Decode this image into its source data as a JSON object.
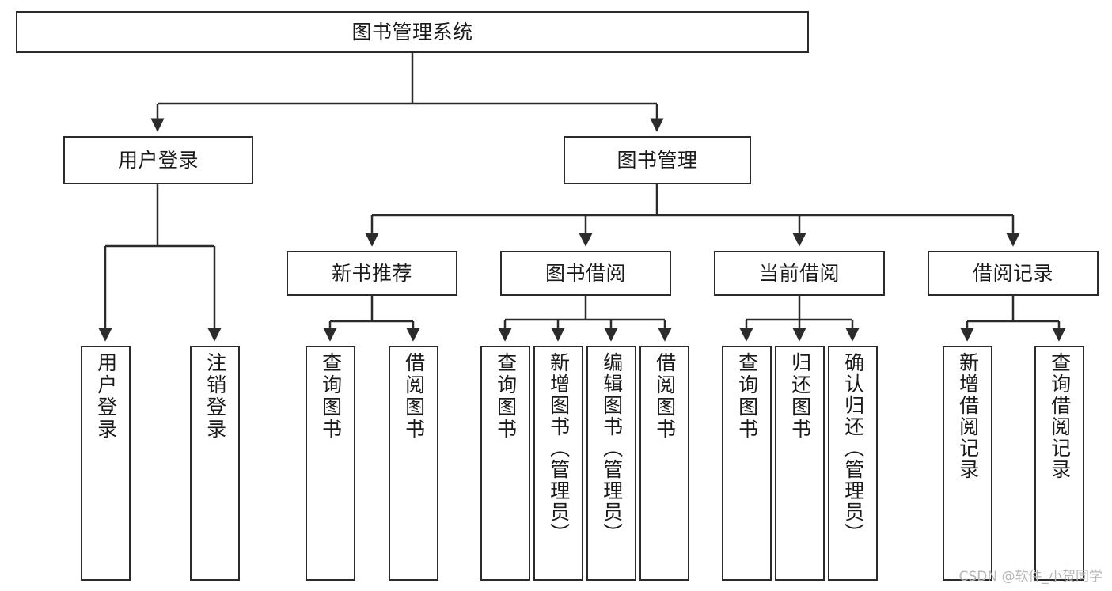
{
  "diagram": {
    "type": "tree-structure-chart",
    "title": "图书管理系统",
    "watermark": "CSDN @软件_小贺同学",
    "colors": {
      "stroke": "#2b2b2b",
      "fill": "#ffffff",
      "text": "#1a1a1a",
      "watermark": "#b6b6b6"
    },
    "nodes": {
      "root": {
        "label": "图书管理系统"
      },
      "tier2": [
        {
          "label": "用户登录"
        },
        {
          "label": "图书管理"
        }
      ],
      "tier3": [
        {
          "label": "新书推荐"
        },
        {
          "label": "图书借阅"
        },
        {
          "label": "当前借阅"
        },
        {
          "label": "借阅记录"
        }
      ],
      "leaves_user_login": [
        {
          "label": "用户登录"
        },
        {
          "label": "注销登录"
        }
      ],
      "leaves_new_book": [
        {
          "label": "查询图书"
        },
        {
          "label": "借阅图书"
        }
      ],
      "leaves_borrow": [
        {
          "label": "查询图书"
        },
        {
          "label": "新增图书（管理员）"
        },
        {
          "label": "编辑图书（管理员）"
        },
        {
          "label": "借阅图书"
        }
      ],
      "leaves_current": [
        {
          "label": "查询图书"
        },
        {
          "label": "归还图书"
        },
        {
          "label": "确认归还（管理员）"
        }
      ],
      "leaves_records": [
        {
          "label": "新增借阅记录"
        },
        {
          "label": "查询借阅记录"
        }
      ]
    }
  }
}
